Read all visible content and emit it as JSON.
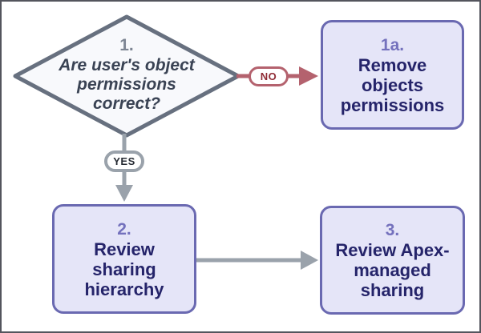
{
  "diagram": {
    "type": "flowchart",
    "nodes": {
      "decision1": {
        "number": "1.",
        "lines": [
          "Are user's object",
          "permissions",
          "correct?"
        ]
      },
      "step1a": {
        "number": "1a.",
        "lines": [
          "Remove",
          "objects",
          "permissions"
        ]
      },
      "step2": {
        "number": "2.",
        "lines": [
          "Review",
          "sharing",
          "hierarchy"
        ]
      },
      "step3": {
        "number": "3.",
        "lines": [
          "Review Apex-",
          "managed",
          "sharing"
        ]
      }
    },
    "edge_labels": {
      "no": "NO",
      "yes": "YES"
    },
    "colors": {
      "frame-border": "#54555d",
      "canvas-bg": "#ffffff",
      "decision-border": "#67707f",
      "decision-fill": "#f8f9fc",
      "decision-number": "#7e8694",
      "decision-text": "#3a4354",
      "process-border": "#6a69b1",
      "process-fill": "#e5e5f8",
      "process-number": "#7471bd",
      "process-text": "#25246a",
      "no-edge": "#b4626e",
      "no-text": "#8f2b35",
      "gray-edge": "#9aa2ab",
      "yes-text": "#262b33",
      "pill-fill": "#ffffff"
    }
  }
}
